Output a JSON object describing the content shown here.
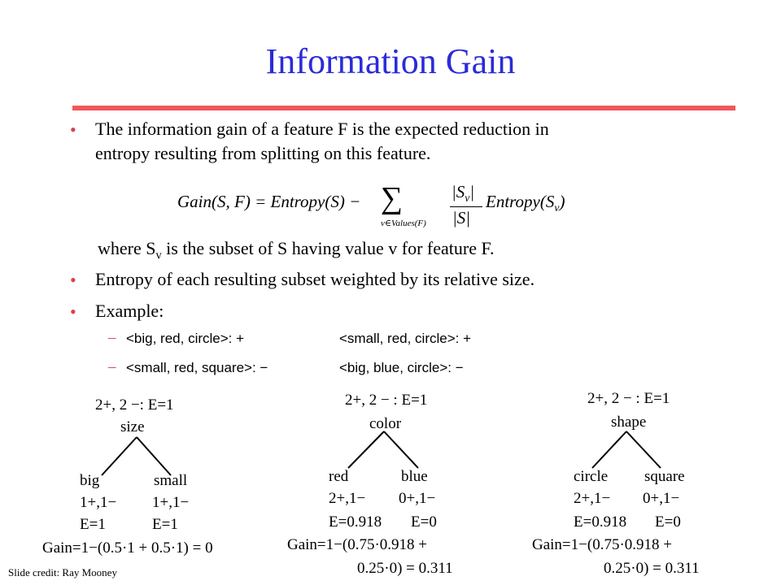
{
  "slide": {
    "title": "Information Gain",
    "bullet1_line1": "The information gain of a feature F is the expected reduction in",
    "bullet1_line2": "entropy resulting from splitting on this feature.",
    "formula": {
      "lhs": "Gain(S, F) = Entropy(S) −",
      "sum_symbol": "∑",
      "sum_index": "v∈Values(F)",
      "frac_num": "|S",
      "frac_num_sub": "v",
      "frac_den": "|S|",
      "rhs": "Entropy(S",
      "rhs_sub": "v",
      "rhs_close": ")"
    },
    "where_pre": "where S",
    "where_sub": "v",
    "where_post": " is the subset of S having value v for feature F.",
    "bullet2": "Entropy of each resulting subset weighted by its relative size.",
    "bullet3": "Example:",
    "examples": [
      {
        "left": "<big, red, circle>: +",
        "right": "<small, red, circle>: +"
      },
      {
        "left": "<small, red, square>: −",
        "right": "<big, blue, circle>: −"
      }
    ],
    "bullet_symbol": "•",
    "dash_symbol": "–",
    "credit": "Slide credit: Ray Mooney"
  },
  "trees": [
    {
      "root": "2+, 2 −: E=1",
      "feature": "size",
      "left_value": "big",
      "left_counts": "1+,1−",
      "left_entropy": "E=1",
      "right_value": "small",
      "right_counts": "1+,1−",
      "right_entropy": "E=1",
      "gain_line1": "Gain=1−(0.5·1 + 0.5·1) = 0",
      "gain_line2": ""
    },
    {
      "root": "2+, 2 − : E=1",
      "feature": "color",
      "left_value": "red",
      "left_counts": "2+,1−",
      "left_entropy": "E=0.918",
      "right_value": "blue",
      "right_counts": "0+,1−",
      "right_entropy": "E=0",
      "gain_line1": "Gain=1−(0.75·0.918 +",
      "gain_line2": "0.25·0) = 0.311"
    },
    {
      "root": "2+, 2 − : E=1",
      "feature": "shape",
      "left_value": "circle",
      "left_counts": "2+,1−",
      "left_entropy": "E=0.918",
      "right_value": "square",
      "right_counts": "0+,1−",
      "right_entropy": "E=0",
      "gain_line1": "Gain=1−(0.75·0.918 +",
      "gain_line2": "0.25·0) = 0.311"
    }
  ],
  "colors": {
    "title": "#2b2bd9",
    "rule": "#f0575a",
    "bullet": "#e0404a",
    "text": "#000000"
  }
}
